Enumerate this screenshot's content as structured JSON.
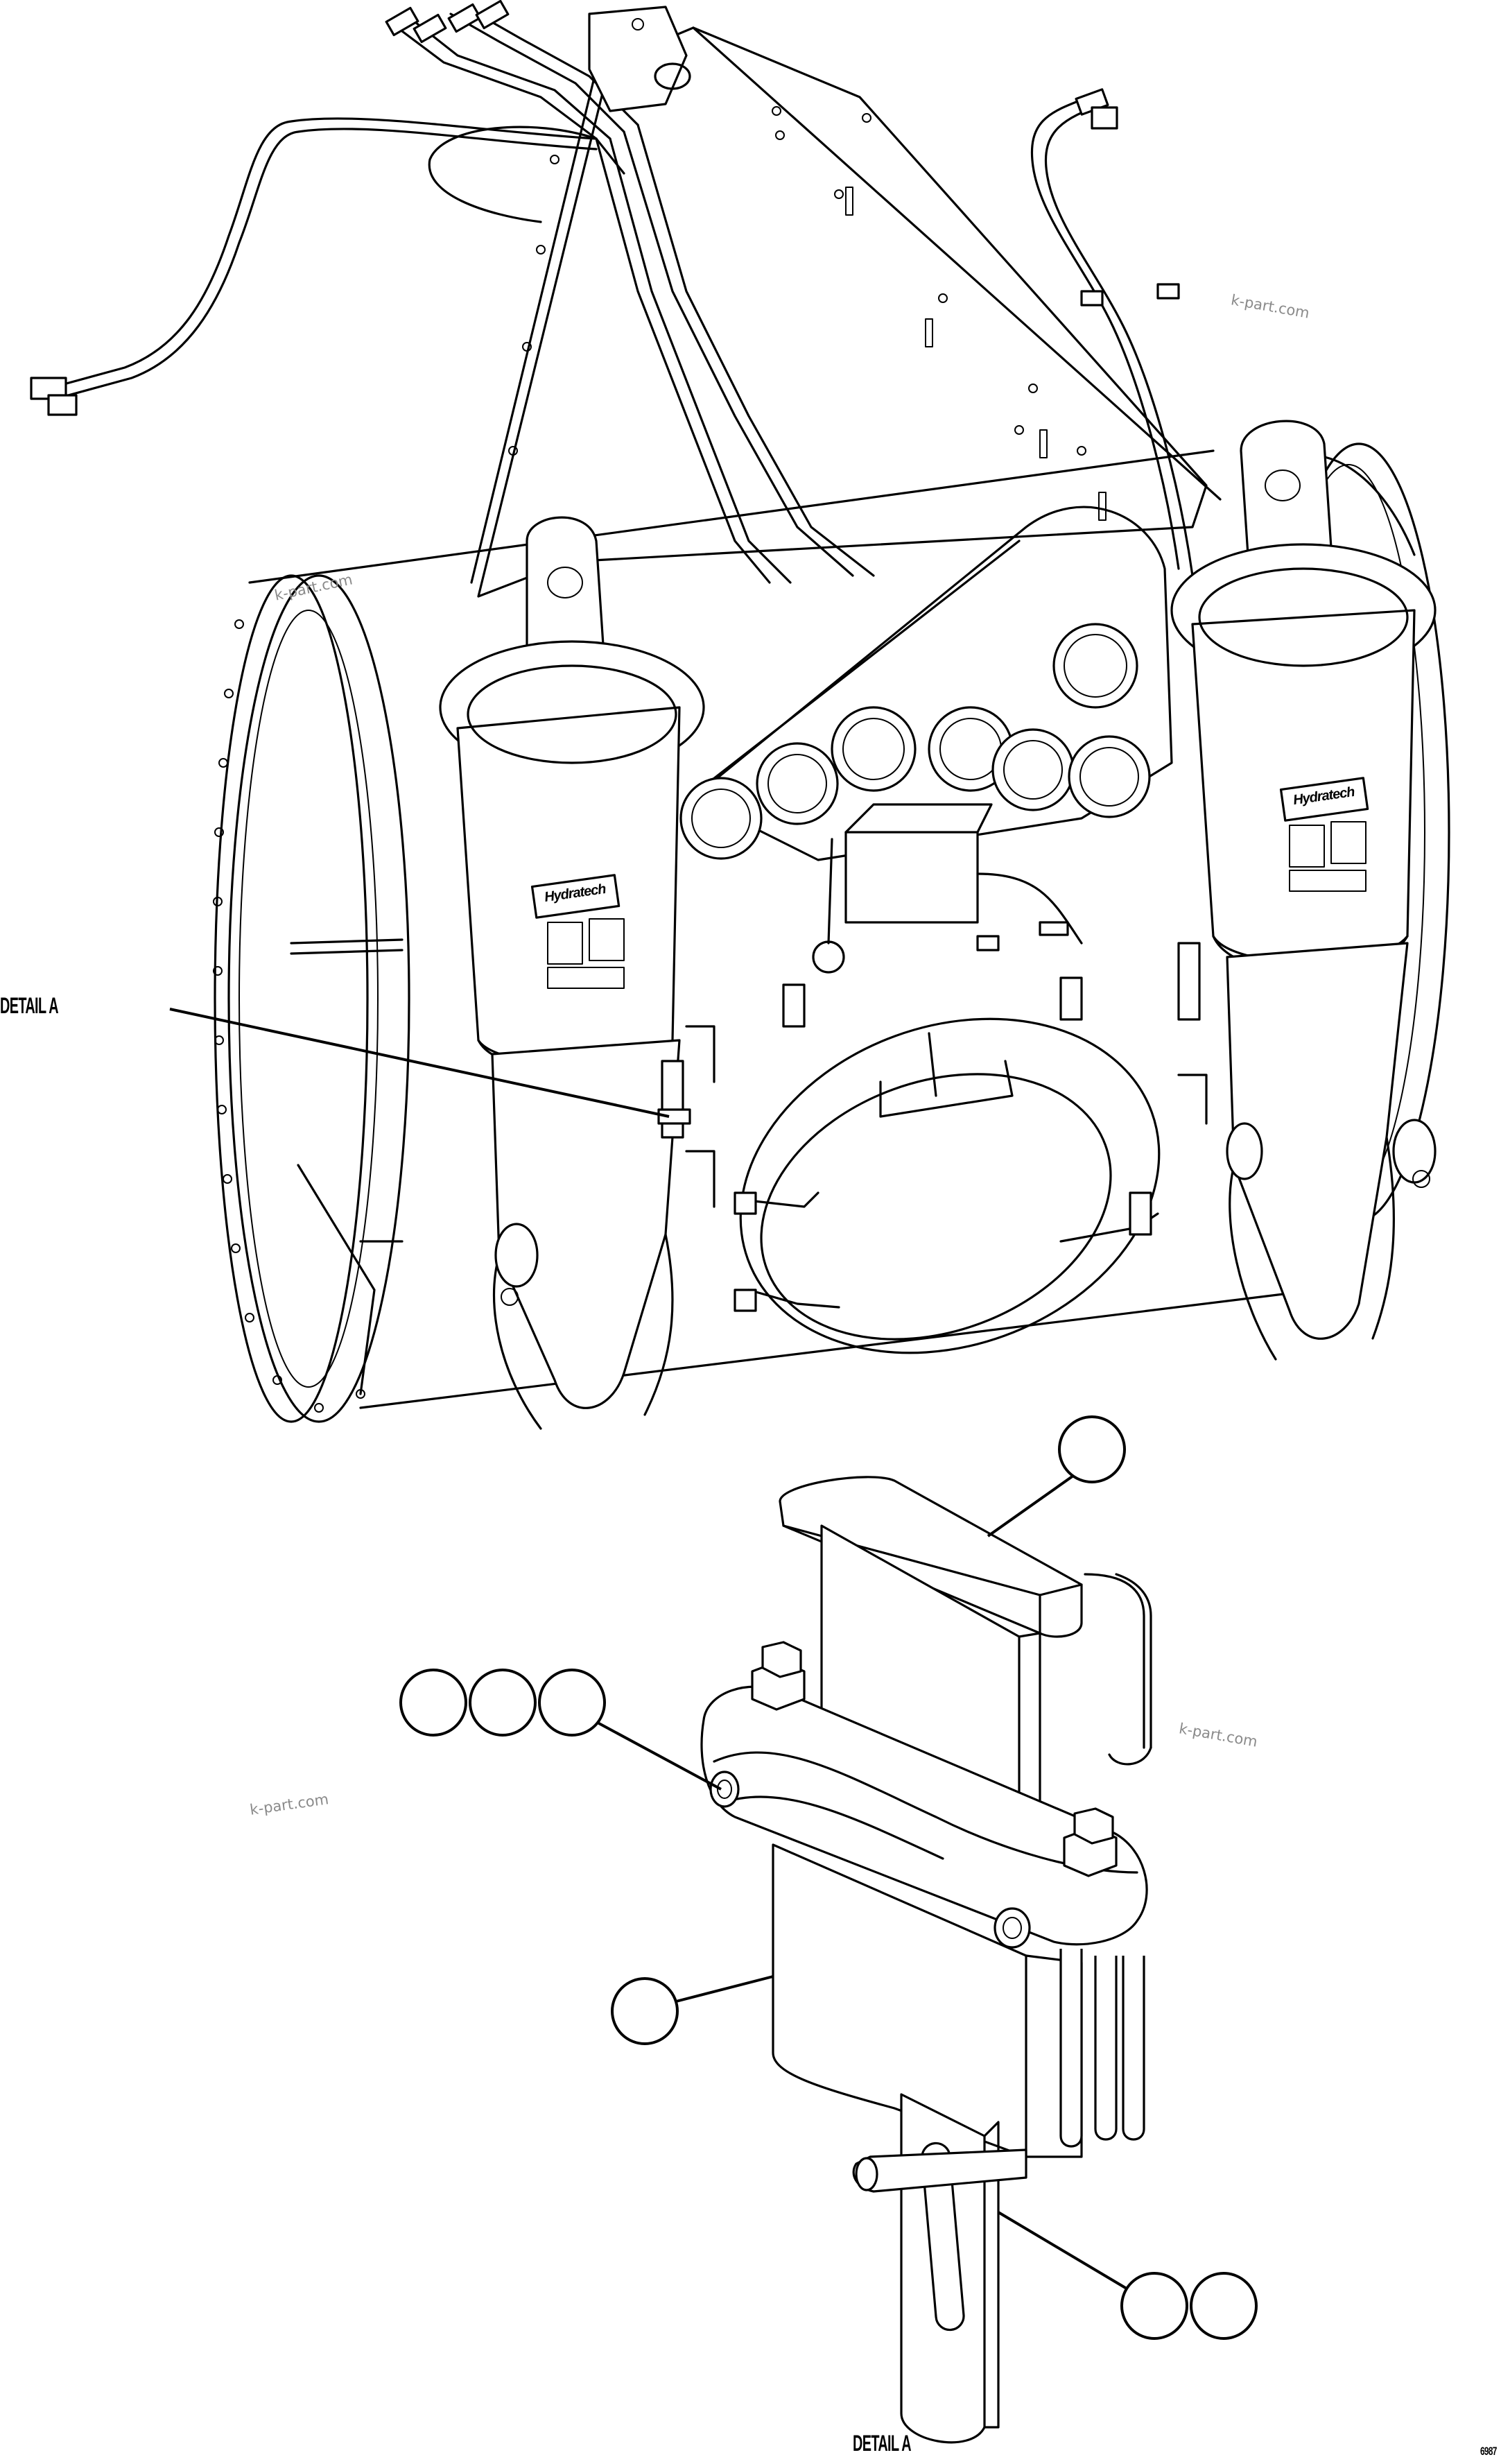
{
  "labels": {
    "detail_callout": "DETAIL A",
    "detail_title": "DETAIL A",
    "figure_code": "6987"
  },
  "watermarks": [
    "k-part.com",
    "k-part.com",
    "k-part.com",
    "k-part.com"
  ],
  "decals": {
    "left_brand": "Hydratech",
    "right_brand": "Hydratech"
  },
  "colors": {
    "line": "#000000",
    "background": "#ffffff",
    "watermark": "#8a8a8a"
  }
}
